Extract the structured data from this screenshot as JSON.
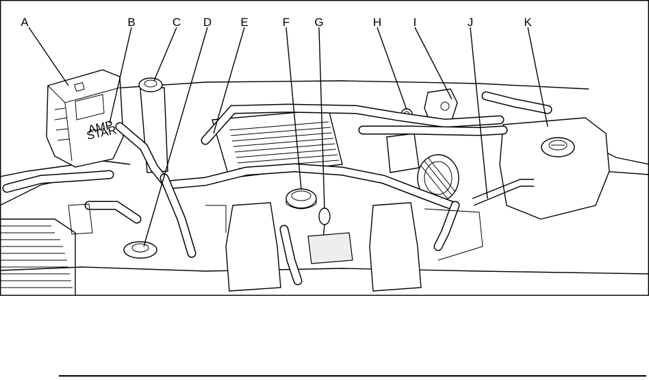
{
  "callouts": [
    {
      "id": "A"
    },
    {
      "id": "B"
    },
    {
      "id": "C"
    },
    {
      "id": "D"
    },
    {
      "id": "E"
    },
    {
      "id": "F"
    },
    {
      "id": "G"
    },
    {
      "id": "H"
    },
    {
      "id": "I"
    },
    {
      "id": "J"
    },
    {
      "id": "K"
    }
  ],
  "fuse_block_label": {
    "line1": "AMP",
    "line2": "START"
  }
}
